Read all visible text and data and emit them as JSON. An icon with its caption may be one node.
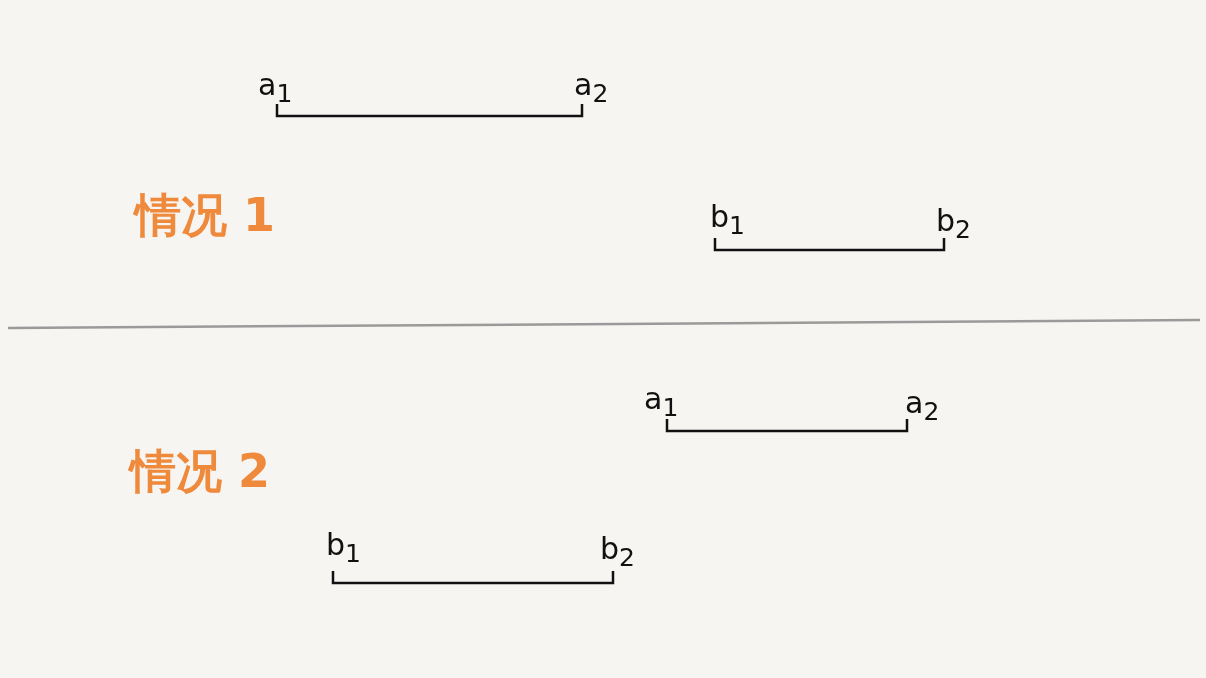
{
  "diagram": {
    "labels": [
      "a$_{1}$",
      "a$_{2}$",
      "情况 1",
      "b$_{1}$",
      "b$_{2}$",
      "a$_{1}$",
      "a$_{2}$",
      "情况 2",
      "b$_{1}$",
      "b$_{2}$"
    ]
  }
}
